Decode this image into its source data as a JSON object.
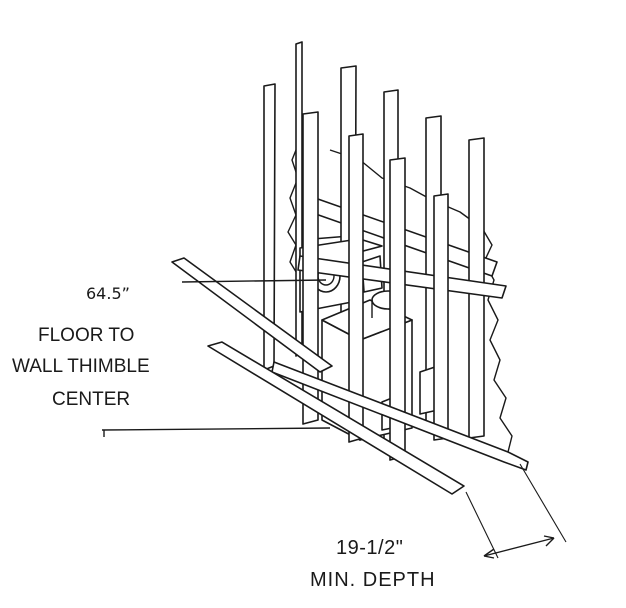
{
  "labels": {
    "height_value": "64.5”",
    "floor_line1": "FLOOR TO",
    "floor_line2": "WALL THIMBLE",
    "floor_line3": "CENTER",
    "depth_value": "19-1/2\"",
    "depth_note": "MIN. DEPTH"
  }
}
